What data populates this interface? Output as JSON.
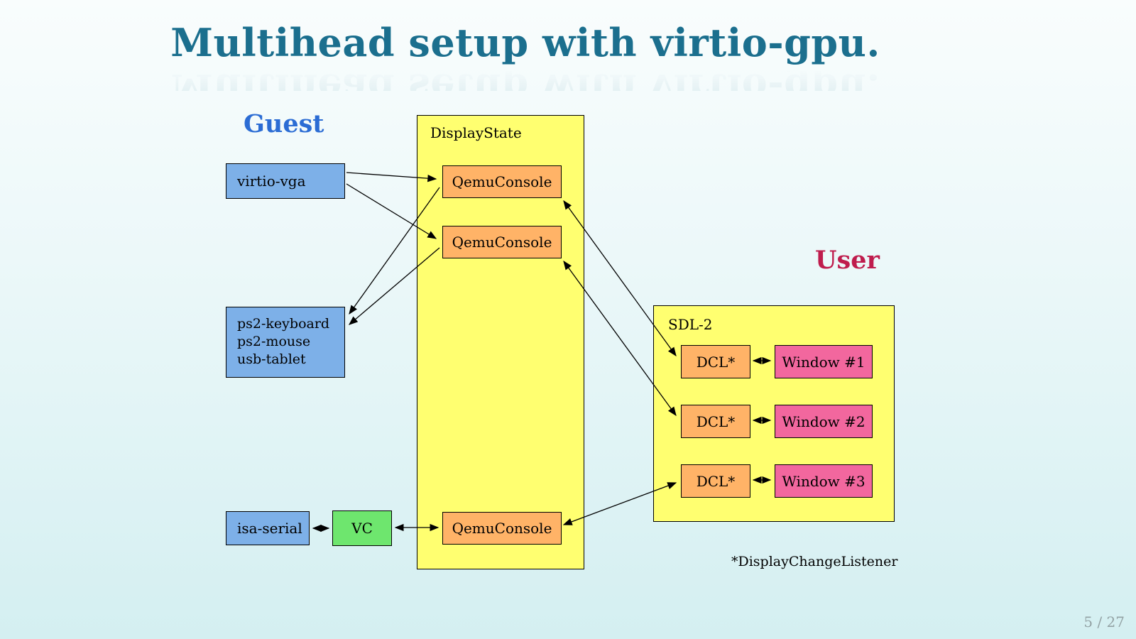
{
  "slide": {
    "title": "Multihead setup with virtio-gpu.",
    "footnote": "*DisplayChangeListener",
    "page_number": "5 / 27"
  },
  "sections": {
    "guest_label": "Guest",
    "user_label": "User"
  },
  "guest": {
    "virtio_vga": "virtio-vga",
    "input_devices": [
      "ps2-keyboard",
      "ps2-mouse",
      "usb-tablet"
    ],
    "isa_serial": "isa-serial",
    "vc": "VC"
  },
  "display_state": {
    "label": "DisplayState",
    "consoles": [
      "QemuConsole",
      "QemuConsole",
      "QemuConsole"
    ]
  },
  "sdl2": {
    "label": "SDL-2",
    "dcls": [
      "DCL*",
      "DCL*",
      "DCL*"
    ],
    "windows": [
      "Window #1",
      "Window #2",
      "Window #3"
    ]
  },
  "colors": {
    "title": "#1b6f8e",
    "guest_label": "#2b6cd4",
    "user_label": "#bf1c4d",
    "device_box": "#7db0e8",
    "panel_box": "#ffff70",
    "console_box": "#ffb367",
    "vc_box": "#6ee66e",
    "window_box": "#f2679e",
    "arrow": "#000000",
    "page_number": "#93a2a4"
  }
}
